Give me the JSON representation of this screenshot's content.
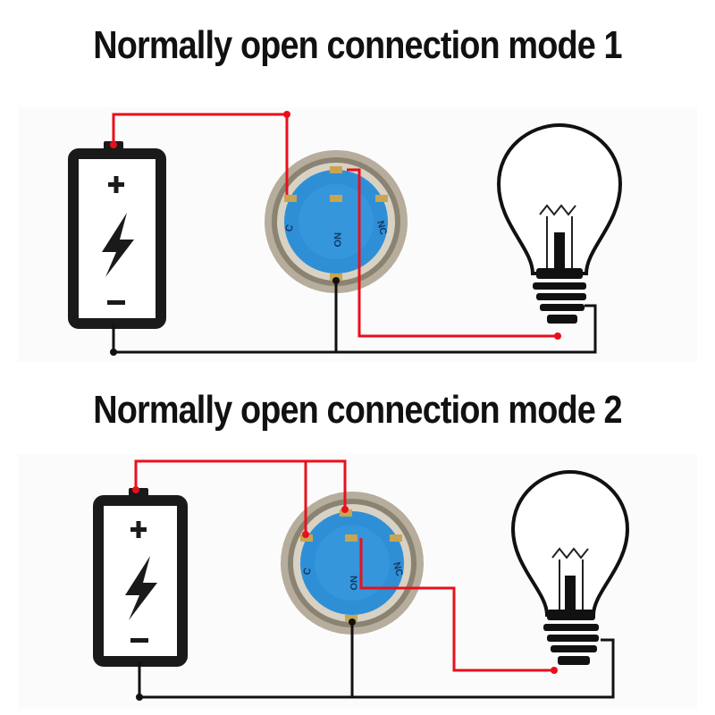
{
  "diagram_1": {
    "title": "Normally open connection mode 1",
    "terminal_labels": [
      "C",
      "NO",
      "NC"
    ]
  },
  "diagram_2": {
    "title": "Normally open connection mode 2",
    "terminal_labels": [
      "C",
      "NO",
      "NC"
    ]
  },
  "colors": {
    "wire_red": "#e8101b",
    "wire_black": "#111111",
    "switch_blue": "#2f8fd6",
    "switch_ring": "#9a8f7c"
  },
  "icons": [
    "battery-icon",
    "lightning-bolt-icon",
    "plus-icon",
    "minus-icon",
    "push-button-switch-icon",
    "light-bulb-icon"
  ]
}
